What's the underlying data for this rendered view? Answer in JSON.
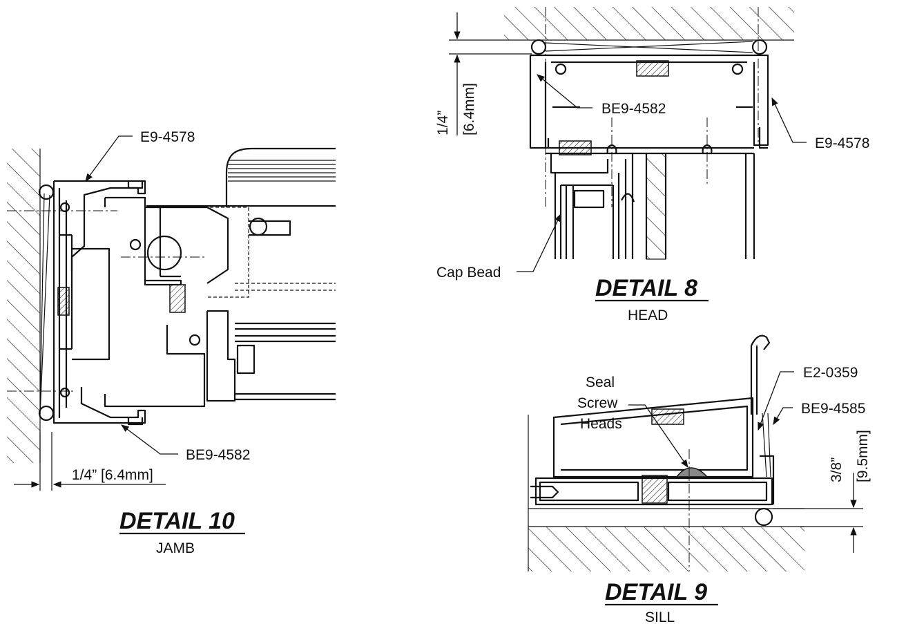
{
  "details": {
    "jamb": {
      "title": "DETAIL 10",
      "subtitle": "JAMB",
      "label_top": "E9-4578",
      "label_bottom": "BE9-4582",
      "dimension": "1/4” [6.4mm]"
    },
    "head": {
      "title": "DETAIL 8",
      "subtitle": "HEAD",
      "label_left": "BE9-4582",
      "label_right": "E9-4578",
      "label_cap_bead": "Cap Bead",
      "dimension_line1": "1/4”",
      "dimension_line2": "[6.4mm]"
    },
    "sill": {
      "title": "DETAIL 9",
      "subtitle": "SILL",
      "seal_line1": "Seal",
      "seal_line2": "Screw",
      "seal_line3": "Heads",
      "label_top": "E2-0359",
      "label_mid": "BE9-4585",
      "dimension_line1": "3/8”",
      "dimension_line2": "[9.5mm]"
    }
  }
}
